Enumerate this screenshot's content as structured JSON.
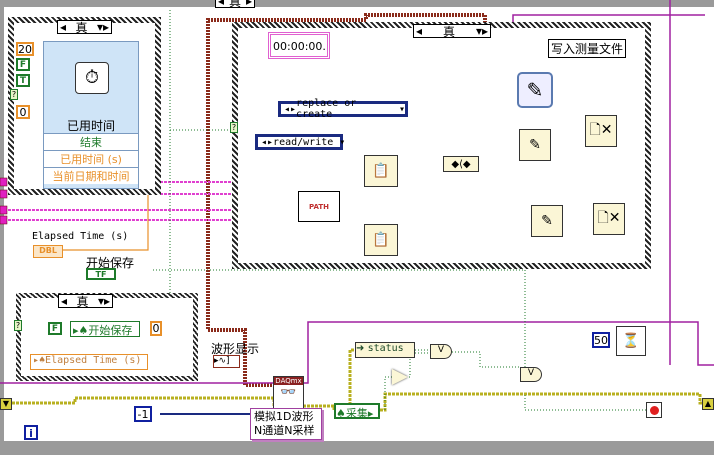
{
  "top_case_selector": "真",
  "case1": {
    "selector": "真",
    "constants": [
      "20",
      "F",
      "T",
      "?",
      "0"
    ],
    "express_vi": {
      "title": "已用时间",
      "outputs": [
        "结束",
        "已用时间 (s)",
        "当前日期和时间"
      ]
    }
  },
  "elapsed_indicator": {
    "label": "Elapsed Time (s)",
    "type": "DBL"
  },
  "start_save": {
    "label": "开始保存",
    "type": "TF"
  },
  "case2": {
    "selector": "真",
    "false_const": "F",
    "local_start_save": "开始保存",
    "zero_const": "0",
    "local_elapsed": "Elapsed Time (s)",
    "tunnel": "?"
  },
  "file_case": {
    "selector": "真",
    "time_string": "00:00:00.",
    "write_label": "写入测量文件",
    "replace_mode": "replace or create",
    "access_mode": "read/write",
    "path_label": "PATH",
    "tunnel": "?"
  },
  "waveform": {
    "label": "波形显示"
  },
  "daqmx": {
    "label": "DAQmx",
    "polymorphic": "模拟1D波形\nN通道N采样",
    "line1": "模拟1D波形",
    "line2": "N通道N采样"
  },
  "minus_one": "-1",
  "status_label": "status",
  "acquire_label": "采集",
  "wait_const": "50",
  "iteration": "i",
  "colors": {
    "numeric": "#e8902a",
    "boolean": "#1e7a2a",
    "string": "#e040d0",
    "error": "#c8c020",
    "refnum": "#8a2a1a",
    "int": "#1020a0"
  }
}
